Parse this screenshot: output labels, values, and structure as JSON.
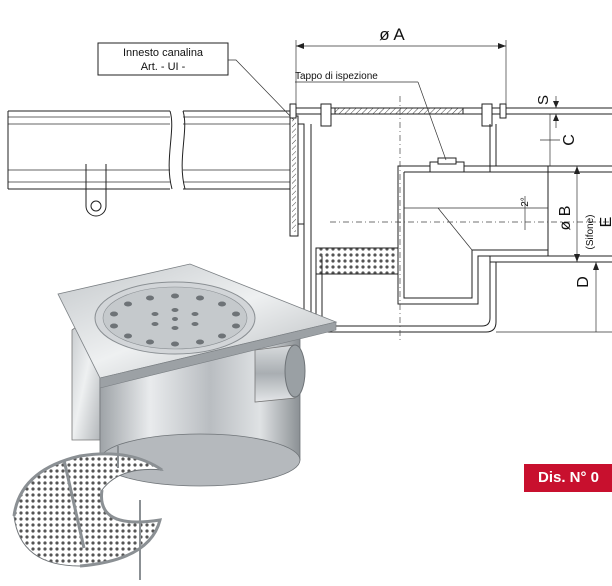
{
  "labels": {
    "connector_line1": "Innesto canalina",
    "connector_line2": "Art. - UI -",
    "inspection_cap": "Tappo di ispezione",
    "dim_A": "ø A",
    "dim_S": "S",
    "dim_C": "C",
    "dim_B": "ø B",
    "dim_D": "D",
    "dim_E": "E",
    "angle": "2°",
    "siphon": "(Sifone)"
  },
  "badge": {
    "text": "Dis. N° 0"
  },
  "colors": {
    "badge": "#c8102e",
    "steel_light": "#e6e8ea",
    "steel_dark": "#8d9296",
    "line": "#222222"
  }
}
